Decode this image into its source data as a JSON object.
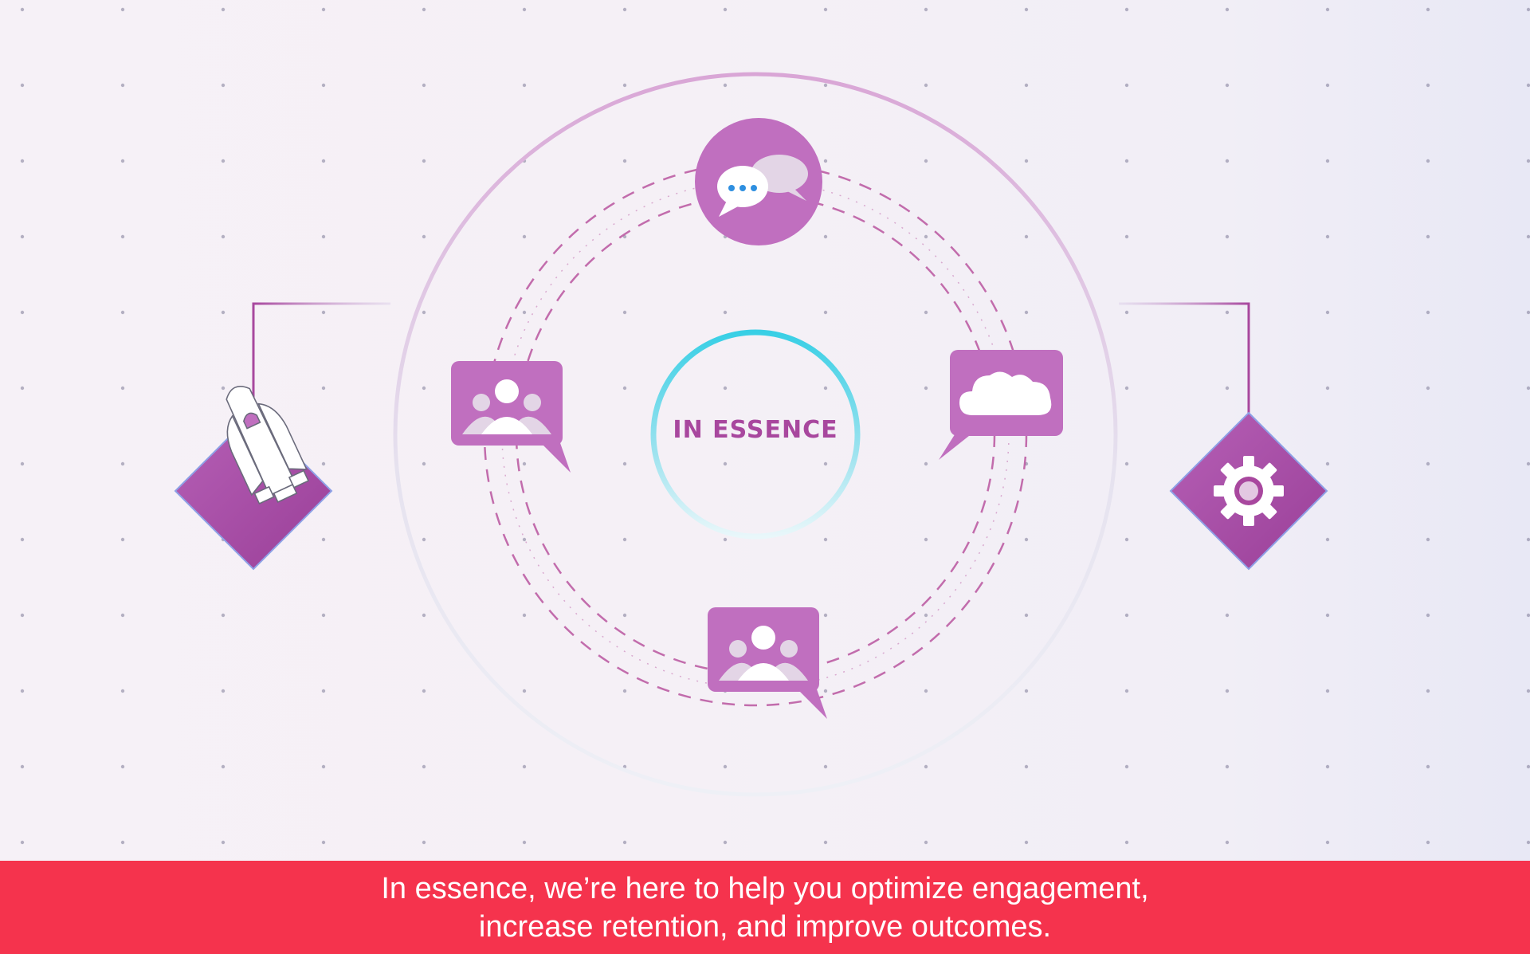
{
  "center": {
    "label": "IN ESSENCE"
  },
  "caption": {
    "line1": "In essence, we’re here to help you optimize engagement,",
    "line2": "increase retention, and improve outcomes."
  },
  "colors": {
    "accent": "#c06fbf",
    "accent_dark": "#a8479e",
    "ring_cyan": "#3ed0e6",
    "caption_bar": "#f5334d",
    "caption_text": "#ffffff",
    "dash": "#b9559f"
  },
  "icons": {
    "top": "chat-bubbles-icon",
    "left": "group-bubble-icon",
    "right": "cloud-bubble-icon",
    "bottom": "group-bubble-icon",
    "far_left": "rocket-icon",
    "far_right": "gear-icon"
  }
}
